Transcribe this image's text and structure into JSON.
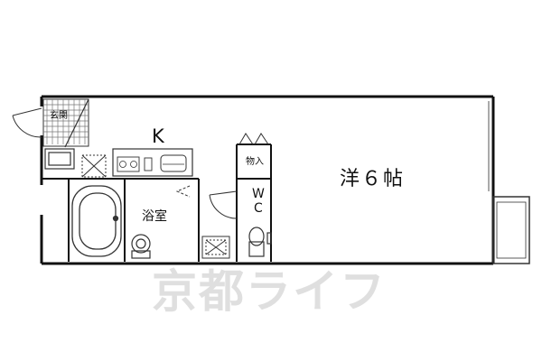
{
  "floor_plan": {
    "rooms": {
      "genkan": "玄関",
      "kitchen": "K",
      "closet": "物入",
      "wc_line1": "W",
      "wc_line2": "C",
      "bathroom": "浴室",
      "western_room": "洋６帖"
    },
    "watermark": "京都ライフ"
  },
  "colors": {
    "wall": "#111111",
    "line": "#333333",
    "hatch": "#666666",
    "watermark": "#969696"
  }
}
